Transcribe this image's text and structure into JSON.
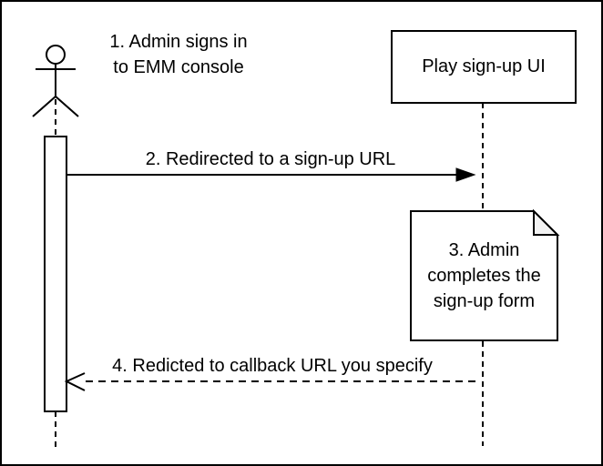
{
  "diagram": {
    "kind": "uml-sequence-diagram",
    "colors": {
      "stroke": "#000000",
      "background": "#ffffff",
      "note_fill": "#ffffff",
      "note_fold_fill": "#f2f2f2"
    }
  },
  "participants": {
    "admin": {
      "type": "actor-stick-figure",
      "label": ""
    },
    "play_signup_ui": {
      "type": "box",
      "label": "Play sign-up UI"
    }
  },
  "messages": [
    {
      "step": "1",
      "type": "annotation",
      "label": "1. Admin signs in\nto EMM console"
    },
    {
      "step": "2",
      "type": "solid-filled-arrow",
      "label": "2. Redirected to a sign-up URL"
    },
    {
      "step": "3",
      "type": "note",
      "label": "3. Admin\ncompletes the\nsign-up form"
    },
    {
      "step": "4",
      "type": "dashed-open-arrow",
      "label": "4. Redicted to callback URL you specify"
    }
  ]
}
